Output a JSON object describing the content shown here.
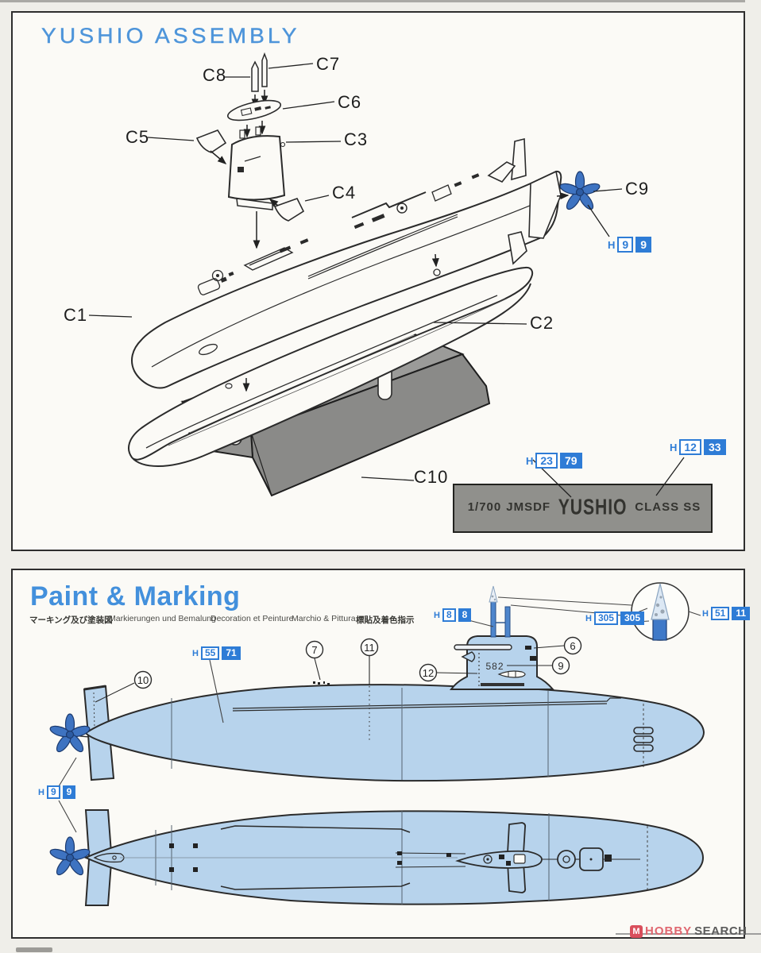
{
  "assembly": {
    "title": "YUSHIO ASSEMBLY",
    "parts": {
      "c1": "C1",
      "c2": "C2",
      "c3": "C3",
      "c4": "C4",
      "c5": "C5",
      "c6": "C6",
      "c7": "C7",
      "c8": "C8",
      "c9": "C9",
      "c10": "C10"
    },
    "callouts": {
      "propeller": {
        "prefix": "H",
        "box1": "9",
        "box2": "9"
      },
      "stand": {
        "prefix": "H",
        "box1": "23",
        "box2": "79"
      },
      "nameplate": {
        "prefix": "H",
        "box1": "12",
        "box2": "33"
      }
    },
    "nameplate": {
      "scale": "1/700",
      "navy": "JMSDF",
      "ship": "YUSHIO",
      "class": "CLASS SS"
    }
  },
  "paint": {
    "title": "Paint & Marking",
    "subtitles": {
      "ja": "マーキング及び塗装図",
      "de": "Markierungen und Bemalung",
      "fr": "Decoration et Peinture",
      "it": "Marchio & Pittura",
      "zh": "標貼及着色指示"
    },
    "hull_number": "582",
    "decals": {
      "d6": "6",
      "d7": "7",
      "d9": "9",
      "d10": "10",
      "d11": "11",
      "d12": "12"
    },
    "callouts": {
      "masts": {
        "prefix": "H",
        "box1": "8",
        "box2": "8"
      },
      "periscope_band": {
        "prefix": "H",
        "box1": "305",
        "box2": "305"
      },
      "periscope_tip": {
        "prefix": "H",
        "box1": "51",
        "box2": "11"
      },
      "hull": {
        "prefix": "H",
        "box1": "55",
        "box2": "71"
      },
      "propeller": {
        "prefix": "H",
        "box1": "9",
        "box2": "9"
      }
    }
  },
  "watermark": {
    "logo_glyph": "M",
    "brand": "HOBBY",
    "brand2": "SEARCH"
  },
  "colors": {
    "accent_blue": "#2e7cd6",
    "hull_blue": "#b7d3ec",
    "title_blue": "#4e95da",
    "stand_gray": "#9a9a98"
  }
}
